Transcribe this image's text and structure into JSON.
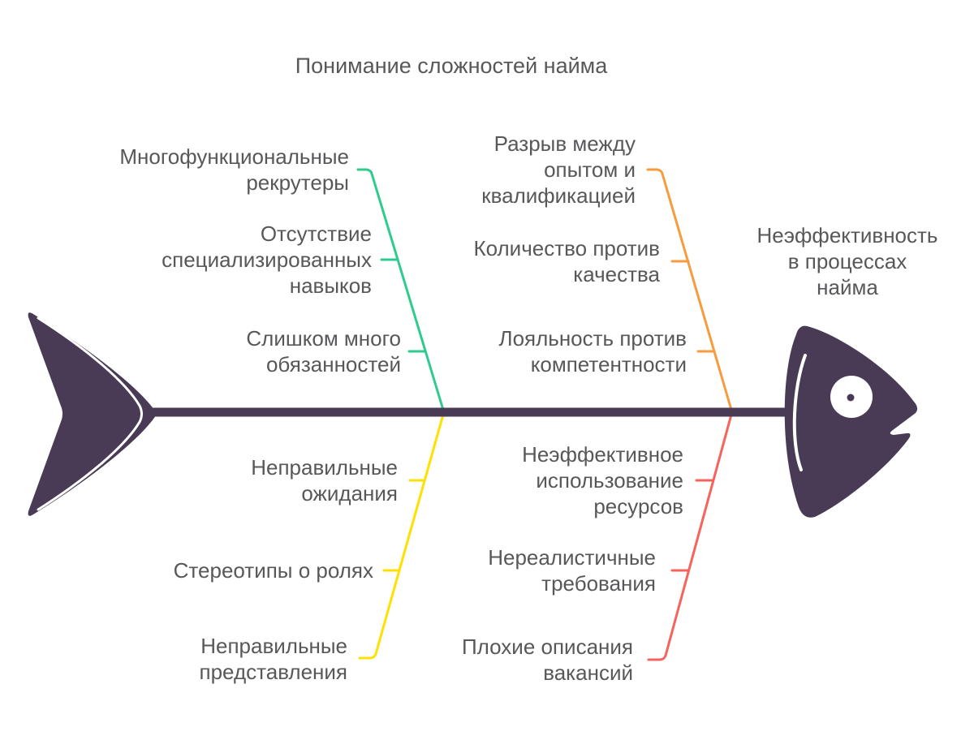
{
  "title": "Понимание сложностей найма",
  "effect": {
    "label": "Неэффективность\nв процессах\nнайма"
  },
  "colors": {
    "skeleton": "#493B55",
    "text": "#58585B",
    "branch_top_left": "#2FCB8E",
    "branch_top_right": "#F79B3E",
    "branch_bottom_left": "#FFE000",
    "branch_bottom_right": "#F4635C"
  },
  "branches": [
    {
      "position": "top-left",
      "color": "#2FCB8E",
      "causes": [
        "Многофункциональные\nрекрутеры",
        "Отсутствие\nспециализированных\nнавыков",
        "Слишком много\nобязанностей"
      ]
    },
    {
      "position": "top-right",
      "color": "#F79B3E",
      "causes": [
        "Разрыв между\nопытом и\nквалификацией",
        "Количество против\nкачества",
        "Лояльность против\nкомпетентности"
      ]
    },
    {
      "position": "bottom-left",
      "color": "#FFE000",
      "causes": [
        "Неправильные\nожидания",
        "Стереотипы о ролях",
        "Неправильные\nпредставления"
      ]
    },
    {
      "position": "bottom-right",
      "color": "#F4635C",
      "causes": [
        "Неэффективное\nиспользование\nресурсов",
        "Нереалистичные\nтребования",
        "Плохие описания\nвакансий"
      ]
    }
  ]
}
